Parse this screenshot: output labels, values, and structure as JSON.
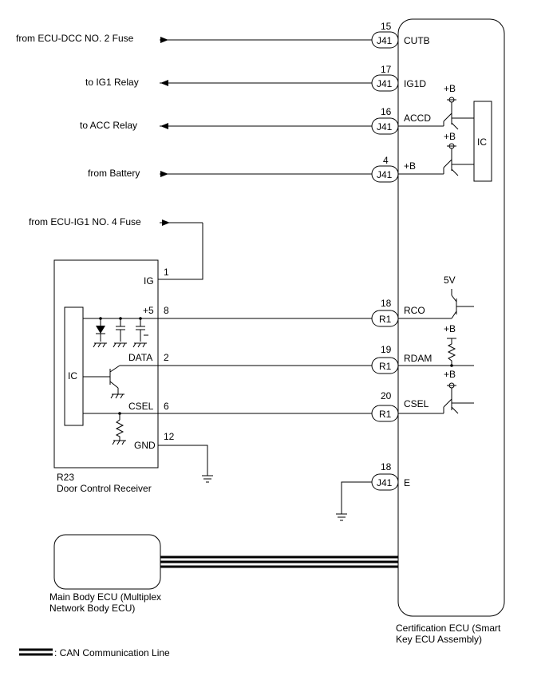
{
  "certification_ecu": {
    "name_line1": "Certification ECU (Smart",
    "name_line2": "Key ECU Assembly)",
    "ic_label": "IC"
  },
  "door_control_receiver": {
    "connector": "R23",
    "name": "Door Control Receiver",
    "ic_label": "IC",
    "pins": {
      "ig": {
        "num": "1",
        "label": "IG"
      },
      "p5": {
        "num": "8",
        "label": "+5"
      },
      "data": {
        "num": "2",
        "label": "DATA"
      },
      "csel": {
        "num": "6",
        "label": "CSEL"
      },
      "gnd": {
        "num": "12",
        "label": "GND"
      }
    }
  },
  "main_body_ecu": {
    "line1": "Main Body ECU (Multiplex",
    "line2": "Network Body ECU)"
  },
  "sources": {
    "cutb": "from ECU-DCC NO. 2 Fuse",
    "ig1d": "to IG1 Relay",
    "accd": "to ACC Relay",
    "plusb": "from Battery",
    "ig1fuse": "from ECU-IG1 NO. 4 Fuse"
  },
  "ecu_pins": {
    "cutb": {
      "num": "15",
      "conn": "J41",
      "label": "CUTB"
    },
    "ig1d": {
      "num": "17",
      "conn": "J41",
      "label": "IG1D"
    },
    "accd": {
      "num": "16",
      "conn": "J41",
      "label": "ACCD"
    },
    "plusb": {
      "num": "4",
      "conn": "J41",
      "label": "+B"
    },
    "rco": {
      "num": "18",
      "conn": "R1",
      "label": "RCO"
    },
    "rdam": {
      "num": "19",
      "conn": "R1",
      "label": "RDAM"
    },
    "csel": {
      "num": "20",
      "conn": "R1",
      "label": "CSEL"
    },
    "e": {
      "num": "18",
      "conn": "J41",
      "label": "E"
    }
  },
  "supply_labels": {
    "b1": "+B",
    "b2": "+B",
    "v5": "5V",
    "b3": "+B",
    "b4": "+B"
  },
  "legend": {
    "text": ": CAN Communication Line"
  }
}
